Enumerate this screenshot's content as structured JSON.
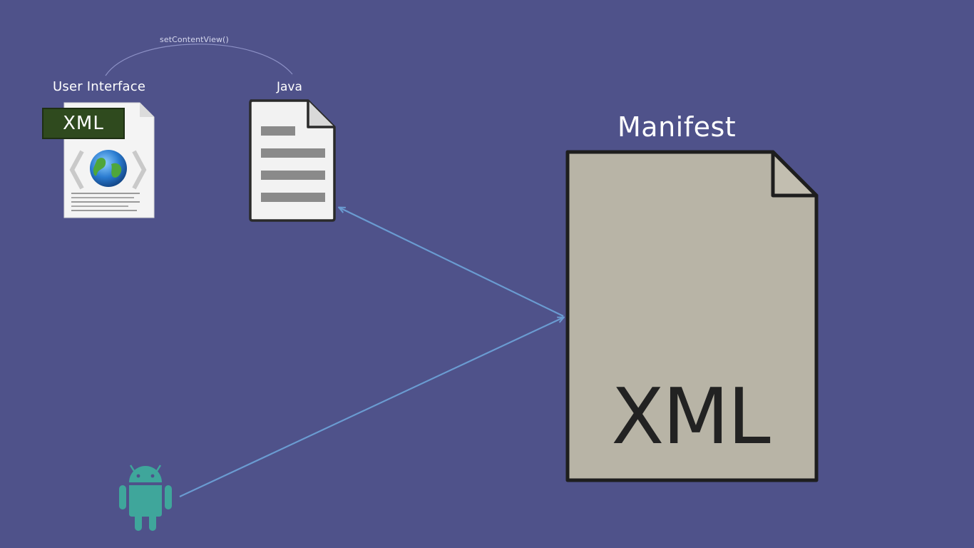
{
  "diagram": {
    "ui_label": "User Interface",
    "java_label": "Java",
    "manifest_label": "Manifest",
    "arc_label": "setContentView()",
    "ui_badge_text": "XML",
    "manifest_file_text": "XML"
  },
  "icons": {
    "ui_file": "xml-globe-file-icon",
    "java_file": "document-icon",
    "manifest_file": "document-icon",
    "android": "android-robot-icon"
  },
  "colors": {
    "background": "#4f528a",
    "arrow": "#6a9bd1",
    "manifest_fill": "#b8b4a6",
    "android": "#3fa69b",
    "xml_badge": "#2f4a1e"
  }
}
